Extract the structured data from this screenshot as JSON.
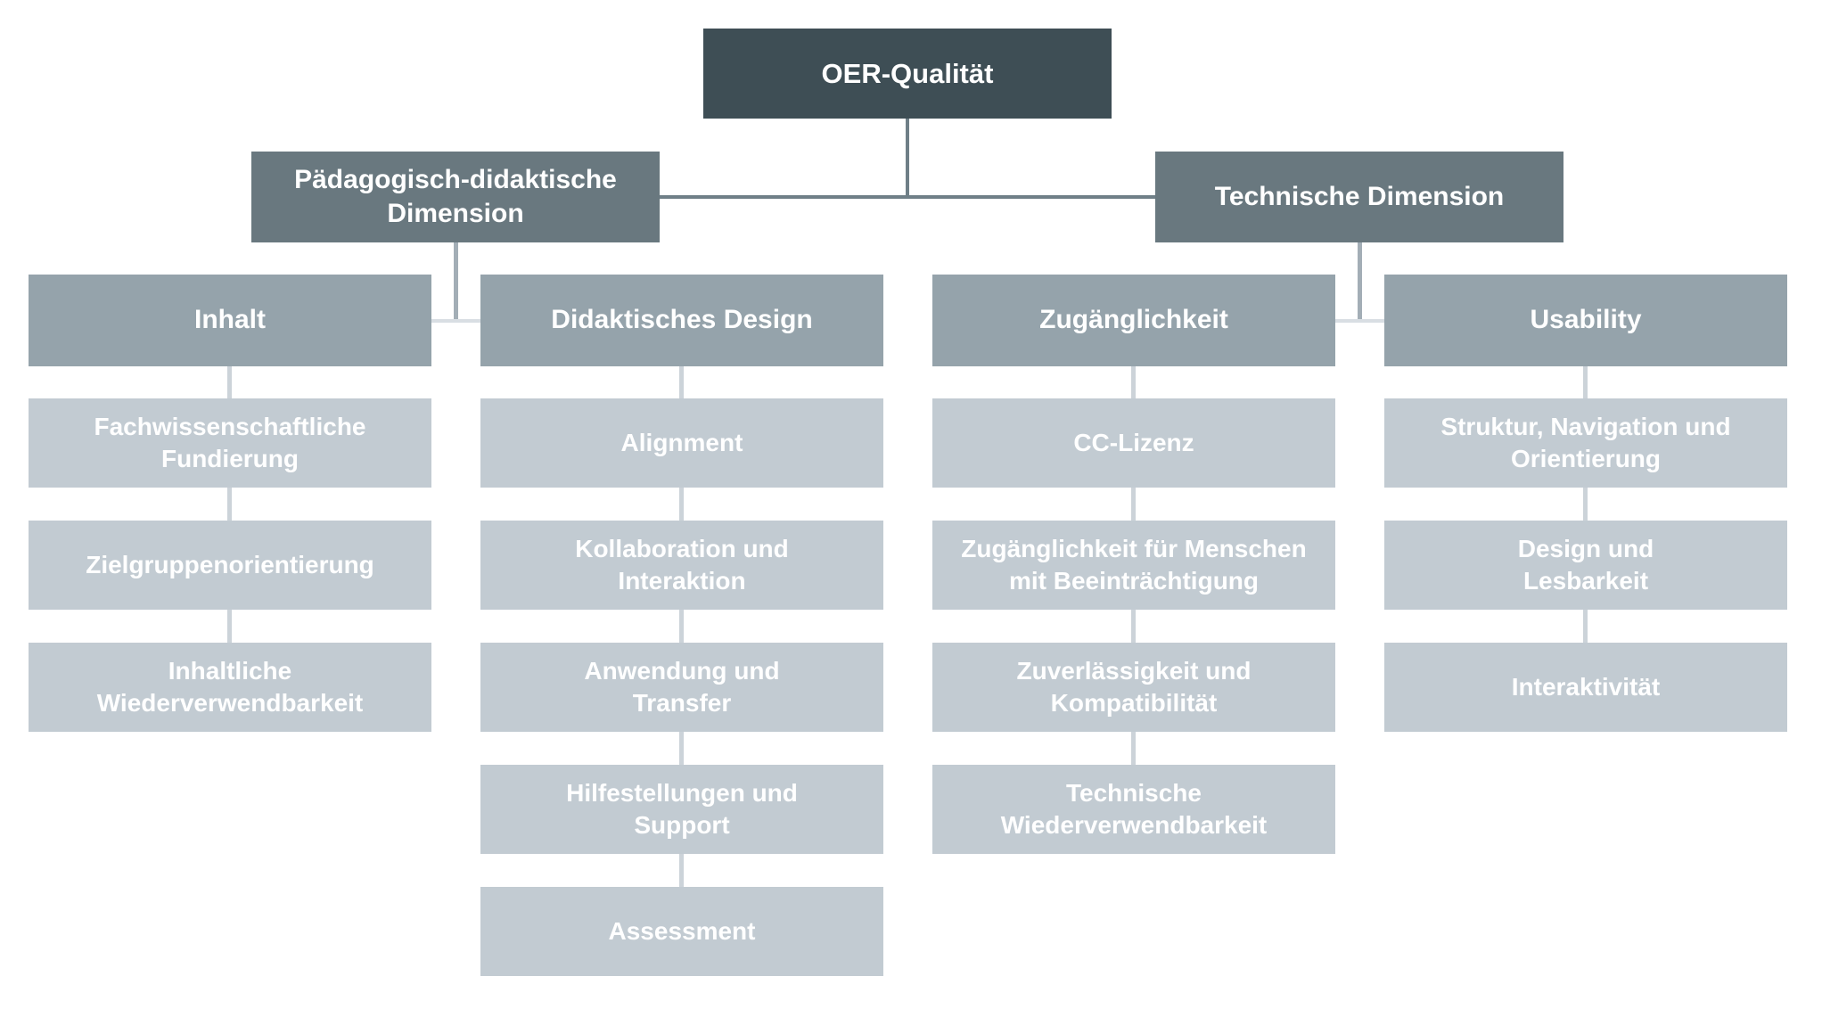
{
  "root": {
    "label": "OER-Qualität"
  },
  "branches": [
    {
      "label": "Pädagogisch-didaktische\nDimension"
    },
    {
      "label": "Technische Dimension"
    }
  ],
  "columns": [
    {
      "header": "Inhalt",
      "items": [
        "Fachwissenschaftliche\nFundierung",
        "Zielgruppenorientierung",
        "Inhaltliche\nWiederverwendbarkeit"
      ]
    },
    {
      "header": "Didaktisches Design",
      "items": [
        "Alignment",
        "Kollaboration und\nInteraktion",
        "Anwendung und\nTransfer",
        "Hilfestellungen und\nSupport",
        "Assessment"
      ]
    },
    {
      "header": "Zugänglichkeit",
      "items": [
        "CC-Lizenz",
        "Zugänglichkeit für Menschen\nmit Beeinträchtigung",
        "Zuverlässigkeit und\nKompatibilität",
        "Technische\nWiederverwendbarkeit"
      ]
    },
    {
      "header": "Usability",
      "items": [
        "Struktur, Navigation und\nOrientierung",
        "Design und\nLesbarkeit",
        "Interaktivität"
      ]
    }
  ],
  "colors": {
    "level1": "#3e4e55",
    "level2": "#69787f",
    "level3": "#95a3ab",
    "level4": "#c2cbd2",
    "text": "#ffffff",
    "connector_dark": "#6f7f87",
    "connector_mid": "#a3aeb6",
    "connector_light": "#ccd3d9",
    "connector_light_h": "#d9dee3",
    "bg": "#ffffff"
  }
}
